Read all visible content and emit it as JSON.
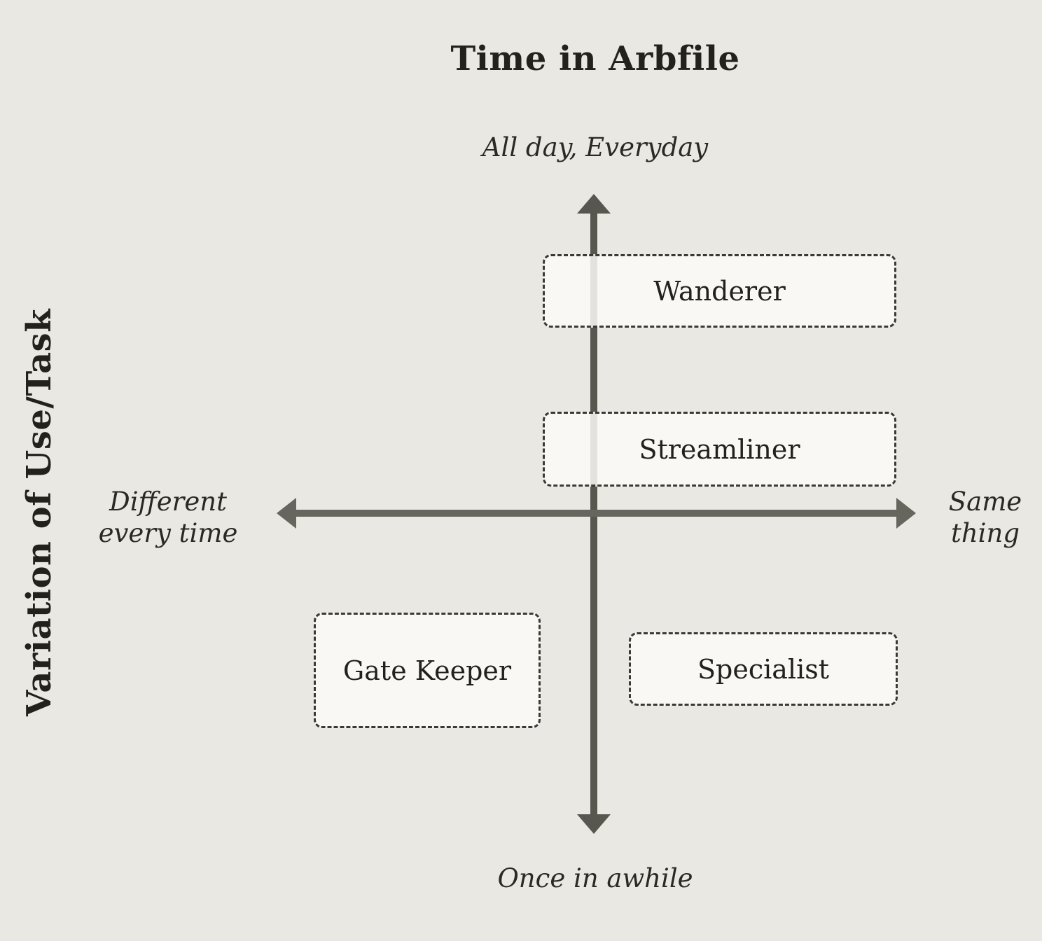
{
  "title": "Time in Arbfile",
  "axes": {
    "vertical": {
      "name": "Time in Arbfile",
      "top_label": "All day, Everyday",
      "bottom_label": "Once in awhile"
    },
    "horizontal": {
      "name": "Variation of Use/Task",
      "left_label_line1": "Different",
      "left_label_line2": "every time",
      "right_label_line1": "Same",
      "right_label_line2": "thing"
    }
  },
  "y_axis_title": "Variation of Use/Task",
  "quadrant_boxes": [
    {
      "label": "Wanderer",
      "quadrant": "upper-right"
    },
    {
      "label": "Streamliner",
      "quadrant": "upper-right-near-axis"
    },
    {
      "label": "Gate Keeper",
      "quadrant": "lower-left"
    },
    {
      "label": "Specialist",
      "quadrant": "lower-right"
    }
  ],
  "colors": {
    "background": "#e9e8e3",
    "box_fill": "#fbfaf7",
    "box_border": "#3a3934",
    "text": "#22211c",
    "vertical_arrow": "#57564f",
    "horizontal_arrow": "#66655e"
  }
}
